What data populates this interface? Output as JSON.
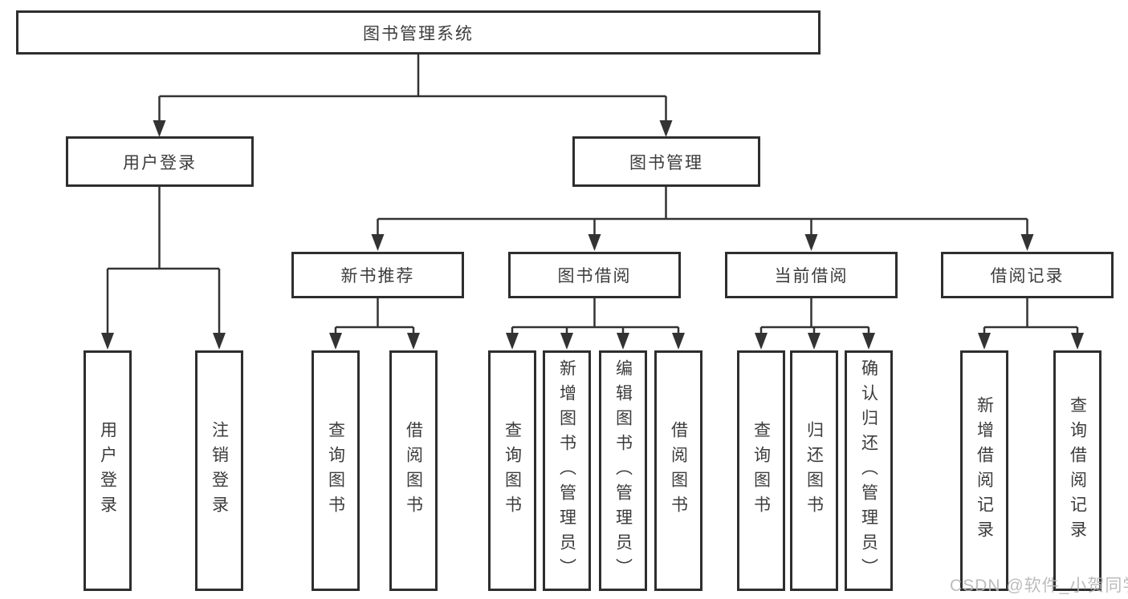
{
  "root": {
    "label": "图书管理系统"
  },
  "level2": [
    {
      "label": "用户登录"
    },
    {
      "label": "图书管理"
    }
  ],
  "level3": [
    {
      "label": "新书推荐"
    },
    {
      "label": "图书借阅"
    },
    {
      "label": "当前借阅"
    },
    {
      "label": "借阅记录"
    }
  ],
  "leaves": [
    {
      "label": "用户登录",
      "parent": "用户登录"
    },
    {
      "label": "注销登录",
      "parent": "用户登录"
    },
    {
      "label": "查询图书",
      "parent": "新书推荐"
    },
    {
      "label": "借阅图书",
      "parent": "新书推荐"
    },
    {
      "label": "查询图书",
      "parent": "图书借阅"
    },
    {
      "label": "新增图书（管理员）",
      "parent": "图书借阅"
    },
    {
      "label": "编辑图书（管理员）",
      "parent": "图书借阅"
    },
    {
      "label": "借阅图书",
      "parent": "图书借阅"
    },
    {
      "label": "查询图书",
      "parent": "当前借阅"
    },
    {
      "label": "归还图书",
      "parent": "当前借阅"
    },
    {
      "label": "确认归还（管理员）",
      "parent": "当前借阅"
    },
    {
      "label": "新增借阅记录",
      "parent": "借阅记录"
    },
    {
      "label": "查询借阅记录",
      "parent": "借阅记录"
    }
  ],
  "watermark": {
    "text": "CSDN @软件_小贺同学"
  },
  "colors": {
    "line": "#333333",
    "box_border": "#2e2e2e",
    "text": "#3c3c3c",
    "watermark": "#b5b5b5",
    "background": "#ffffff"
  }
}
